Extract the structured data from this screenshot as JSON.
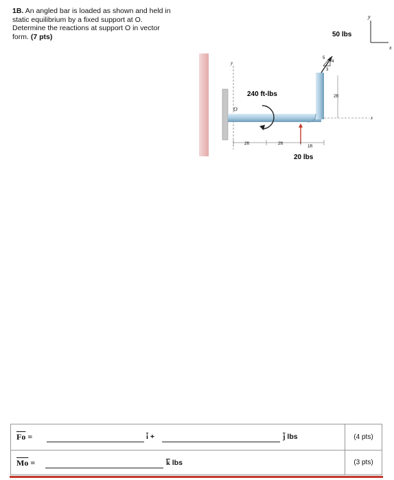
{
  "problem": {
    "number": "1B.",
    "text": "An angled bar is loaded as shown and held in static equilibrium by a fixed support at O. Determine the reactions at support O in vector form.",
    "points": "(7 pts)"
  },
  "axes": {
    "y_label": "y",
    "x_label": "x"
  },
  "figure": {
    "force_top": "50 lbs",
    "triangle": {
      "hyp": "5",
      "vert": "4",
      "horiz": "3"
    },
    "moment": "240 ft-lbs",
    "force_bottom": "20 lbs",
    "origin": "O",
    "y_axis": "y",
    "x_axis": "x",
    "dim_vertical": "2ft",
    "dim_1": "2ft",
    "dim_2": "2ft",
    "dim_3": "1ft"
  },
  "answers": {
    "fo_label": "Fo",
    "equals": "=",
    "i_unit": "i",
    "plus": "+",
    "j_unit": "j",
    "fo_units": "lbs",
    "fo_points": "(4 pts)",
    "mo_label": "Mo",
    "k_unit": "k",
    "mo_units": "lbs",
    "mo_points": "(3 pts)"
  }
}
